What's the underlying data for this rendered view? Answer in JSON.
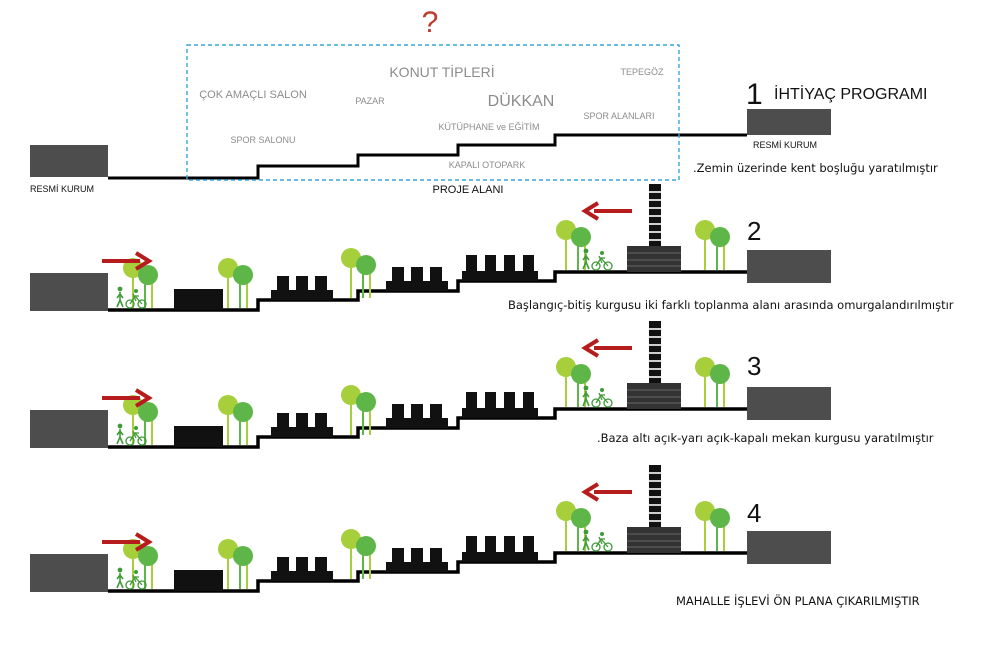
{
  "question_mark": "?",
  "panel1": {
    "number": "1",
    "heading": "İHTİYAÇ PROGRAMI",
    "left_building_label": "RESMİ KURUM",
    "right_building_label": "RESMİ KURUM",
    "area_label": "PROJE ALANI",
    "caption": ".Zemin üzerinde kent boşluğu yaratılmıştır",
    "program_items": {
      "konut": "KONUT TİPLERİ",
      "dukkan": "DÜKKAN",
      "cok_amacli": "ÇOK AMAÇLI SALON",
      "pazar": "PAZAR",
      "tepegoz": "TEPEGÖZ",
      "spor_salonu": "SPOR SALONU",
      "kutuphane": "KÜTÜPHANE ve EĞİTİM",
      "spor_alanlari": "SPOR ALANLARI",
      "kapali_otopark": "KAPALI OTOPARK"
    }
  },
  "panel2": {
    "number": "2",
    "caption": "Başlangıç-bitiş kurgusu iki farklı toplanma alanı arasında omurgalandırılmıştır"
  },
  "panel3": {
    "number": "3",
    "caption": ".Baza altı açık-yarı açık-kapalı mekan kurgusu yaratılmıştır"
  },
  "panel4": {
    "number": "4",
    "caption": "MAHALLE İŞLEVİ ÖN PLANA ÇIKARILMIŞTIR"
  },
  "colors": {
    "ground": "#000000",
    "building": "#4d4d4d",
    "dashed_box": "#3aa6dc",
    "question": "#c0392b",
    "arrow": "#b71c1c",
    "tree_light": "#a6cf3b",
    "tree_dark": "#5fb648",
    "people": "#3f9a3a"
  }
}
